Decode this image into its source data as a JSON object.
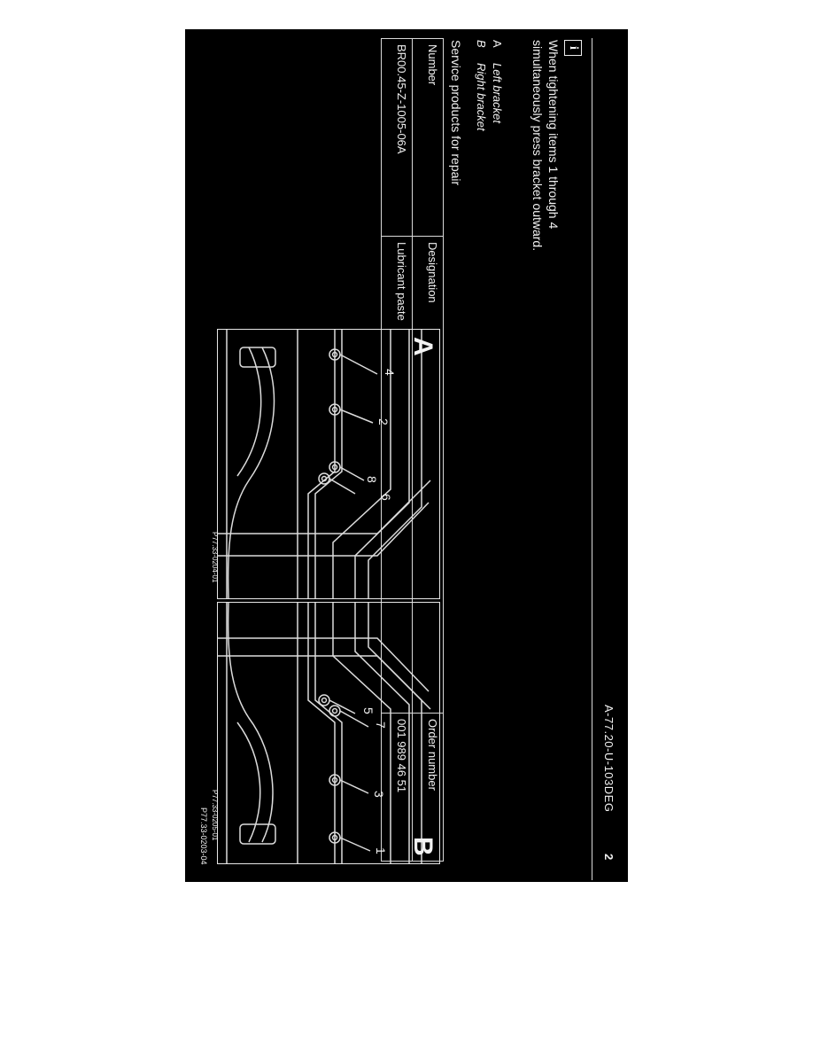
{
  "header": {
    "doc_ref": "A-77.20-U-103DEG",
    "page_number": "2"
  },
  "note": {
    "icon": "info-icon",
    "line1": "When tightening items 1 through 4",
    "line2": "simultaneously press bracket outward."
  },
  "captions": {
    "a_key": "A",
    "a_text": "Left bracket",
    "b_key": "B",
    "b_text": "Right bracket"
  },
  "service": {
    "title": "Service products for repair",
    "headers": [
      "Number",
      "Designation",
      "Order number"
    ],
    "rows": [
      [
        "BR00.45-Z-1005-06A",
        "Lubricant paste",
        "001 989 46 51"
      ]
    ]
  },
  "figures": {
    "a": {
      "label": "A",
      "ref": "P77.33-0204-01",
      "callouts": [
        "4",
        "2",
        "8",
        "6"
      ]
    },
    "b": {
      "label": "B",
      "ref": "P77.33-0205-01",
      "callouts": [
        "5",
        "7",
        "3",
        "1"
      ]
    },
    "combined_ref": "P77.33-0203-04"
  }
}
